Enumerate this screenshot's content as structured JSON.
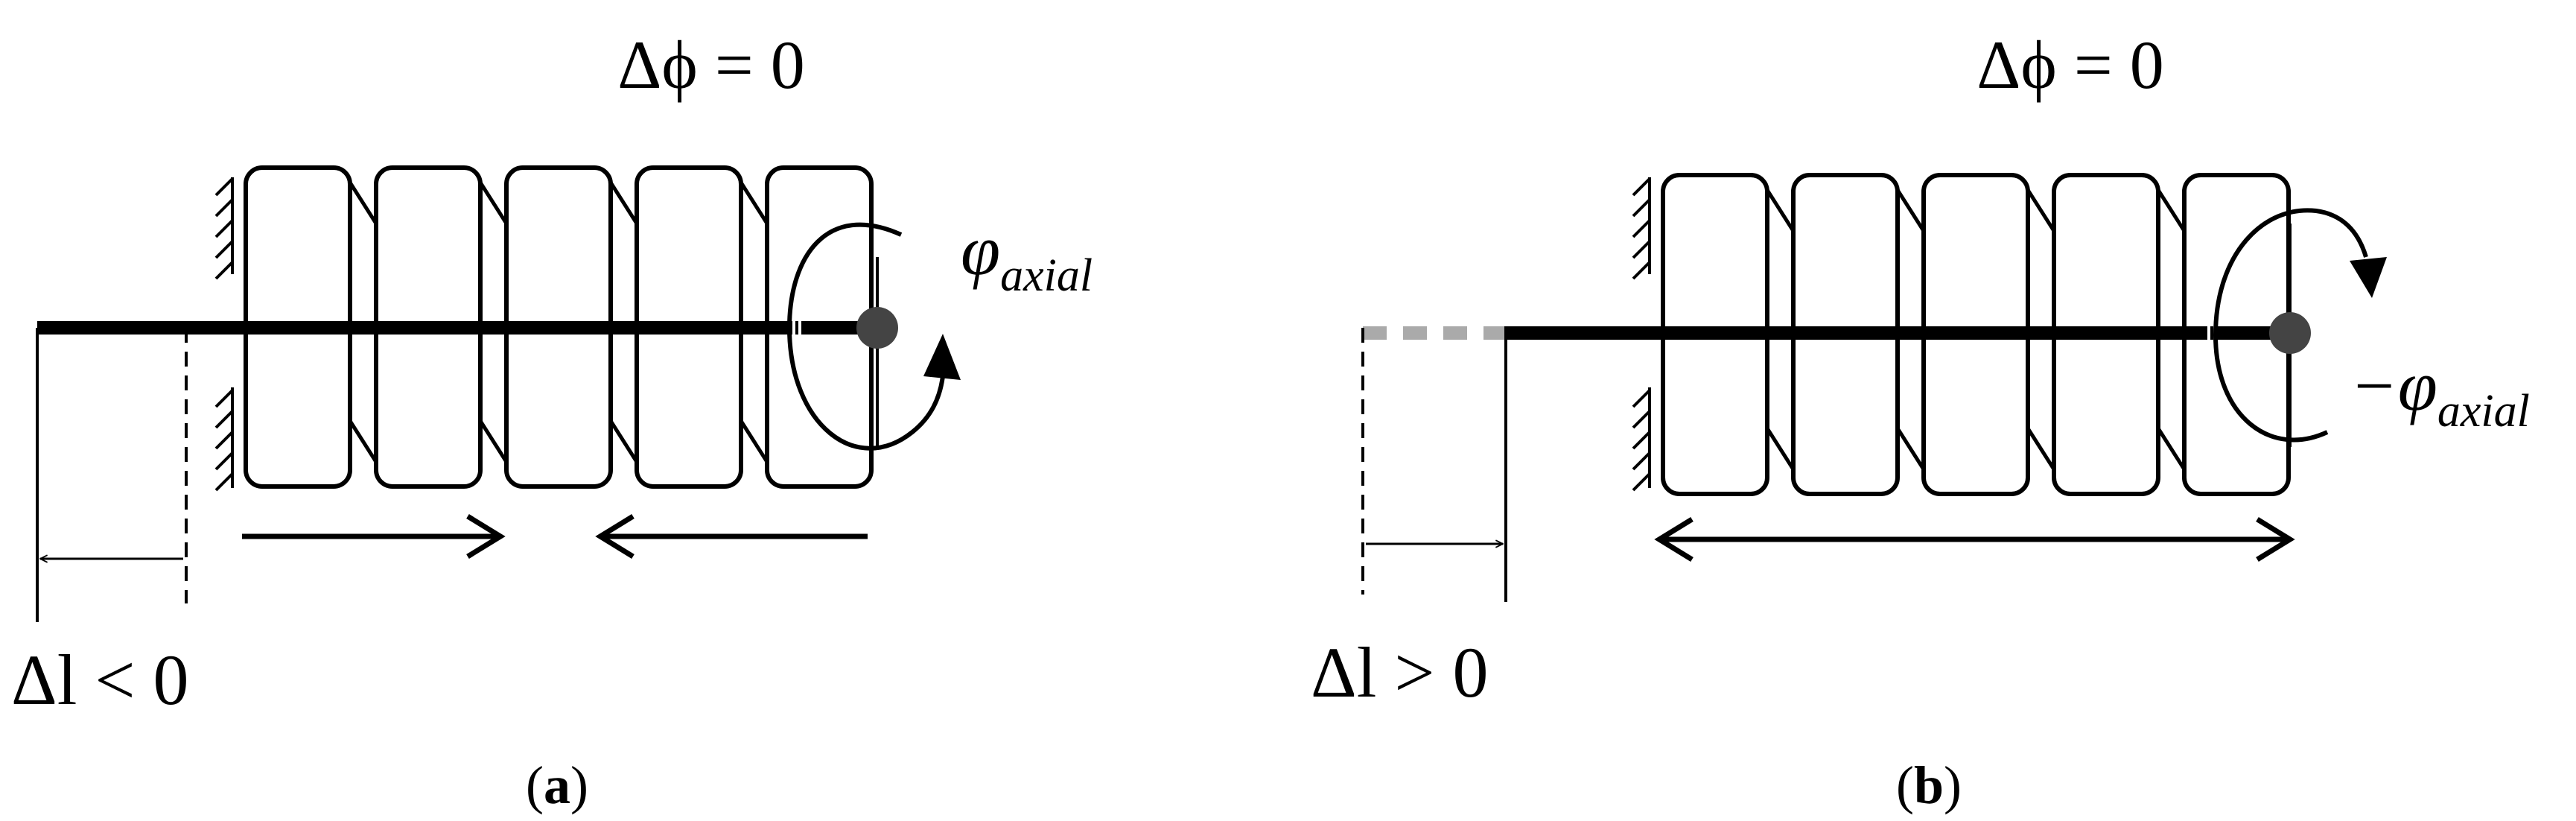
{
  "panels": [
    {
      "id": "a",
      "phase_label": "Δϕ = 0",
      "rotation_label": {
        "main": "φ",
        "sub": "axial"
      },
      "length_label": "Δl < 0",
      "caption": {
        "open": "(",
        "letter": "a",
        "close": ")"
      }
    },
    {
      "id": "b",
      "phase_label": "Δϕ = 0",
      "rotation_label": {
        "main": "−φ",
        "sub": "axial"
      },
      "length_label": "Δl > 0",
      "caption": {
        "open": "(",
        "letter": "b",
        "close": ")"
      }
    }
  ],
  "colors": {
    "stroke": "#000000",
    "node": "#444444",
    "dashed_extension": "#aaaaaa",
    "background": "#ffffff"
  }
}
